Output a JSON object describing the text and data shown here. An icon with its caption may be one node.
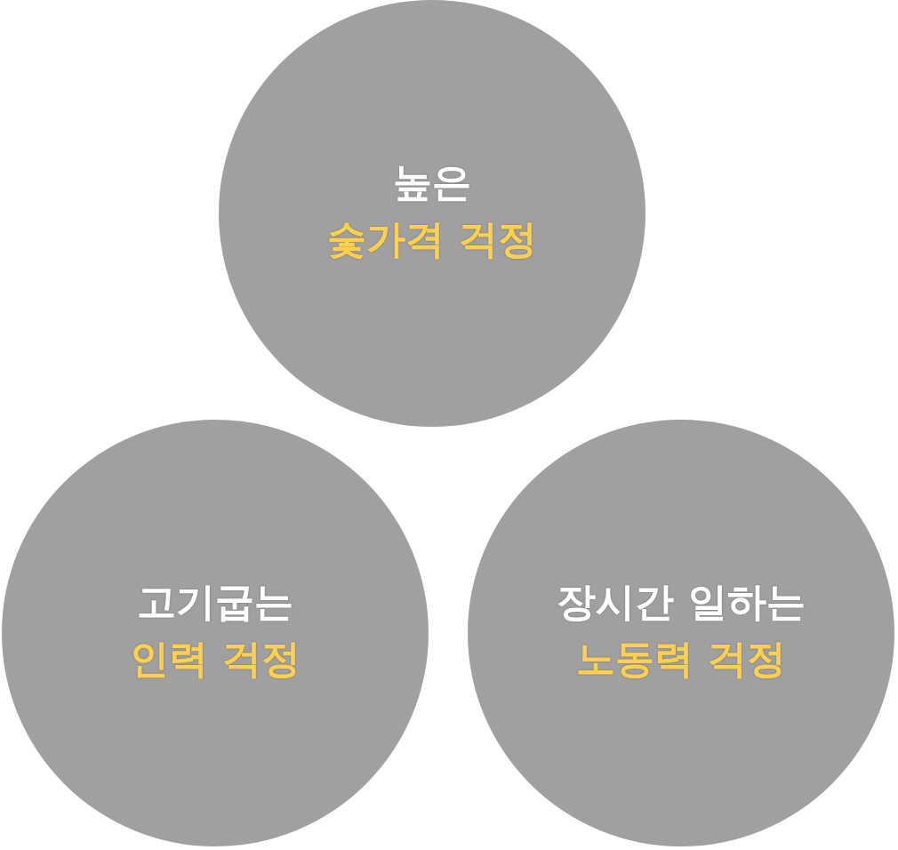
{
  "diagram": {
    "nodes": [
      {
        "text": [
          "높은",
          "숯가격 걱정"
        ]
      },
      {
        "text": [
          "고기굽는",
          "인력 걱정"
        ]
      },
      {
        "text": [
          "장시간 일하는",
          "노동력 걱정"
        ]
      }
    ]
  }
}
